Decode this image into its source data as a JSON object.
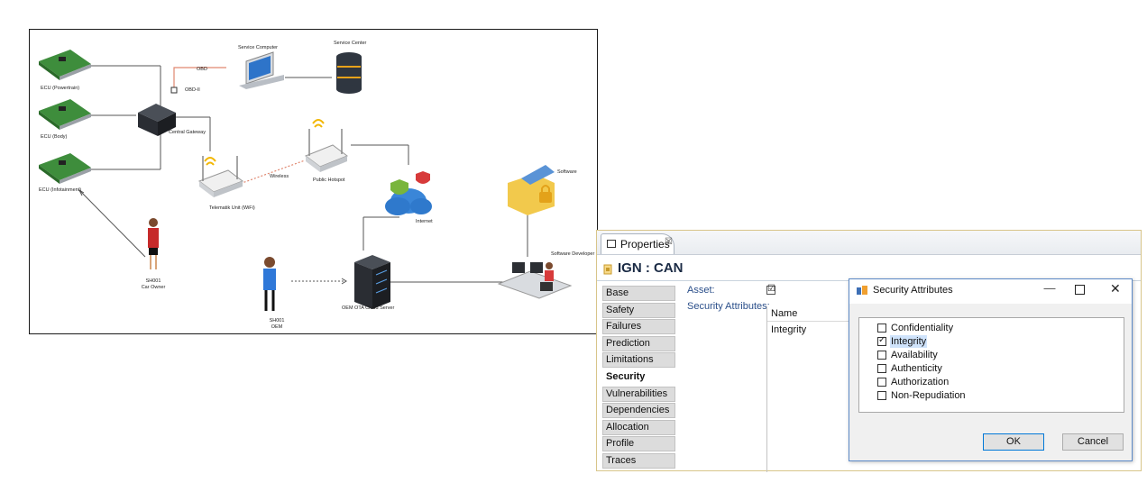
{
  "diagram": {
    "labels": {
      "ecu_powertrain": "ECU (Powertrain)",
      "ecu_body": "ECU (Body)",
      "ecu_infotainment": "ECU (Infotainment)",
      "central_gateway": "Central Gateway",
      "obd": "OBD",
      "obd_ii": "OBD-II",
      "service_computer": "Service Computer",
      "service_center": "Service Center",
      "telematik_unit": "Telematik Unit (WiFi)",
      "wireless": "Wireless",
      "public_hotspot": "Public Hotspot",
      "internet": "Internet",
      "software": "Software",
      "software_developer": "Software Developer",
      "car_owner_id": "SH001",
      "car_owner": "Car Owner",
      "oem_id": "SH001",
      "oem": "OEM",
      "oem_server": "OEM OTA Cloud Server"
    }
  },
  "properties": {
    "tab_label": "Properties",
    "tab_close": "☒",
    "title": "IGN : CAN",
    "sidebar": [
      {
        "label": "Base"
      },
      {
        "label": "Safety"
      },
      {
        "label": "Failures"
      },
      {
        "label": "Prediction"
      },
      {
        "label": "Limitations"
      },
      {
        "label": "Security",
        "selected": true
      },
      {
        "label": "Vulnerabilities"
      },
      {
        "label": "Dependencies"
      },
      {
        "label": "Allocation"
      },
      {
        "label": "Profile"
      },
      {
        "label": "Traces"
      }
    ],
    "asset_label": "Asset:",
    "asset_checked": "☑",
    "security_attributes_label": "Security Attributes:",
    "table_header": "Name",
    "table_row": "Integrity"
  },
  "dialog": {
    "title": "Security Attributes",
    "minimize": "—",
    "close": "✕",
    "options": [
      {
        "label": "Confidentiality",
        "checked": false
      },
      {
        "label": "Integrity",
        "checked": true
      },
      {
        "label": "Availability",
        "checked": false
      },
      {
        "label": "Authenticity",
        "checked": false
      },
      {
        "label": "Authorization",
        "checked": false
      },
      {
        "label": "Non-Repudiation",
        "checked": false
      }
    ],
    "ok_label": "OK",
    "cancel_label": "Cancel"
  },
  "colors": {
    "accent": "#0078d7",
    "link_label": "#2b4f8a",
    "obd_link": "#e0876f"
  }
}
